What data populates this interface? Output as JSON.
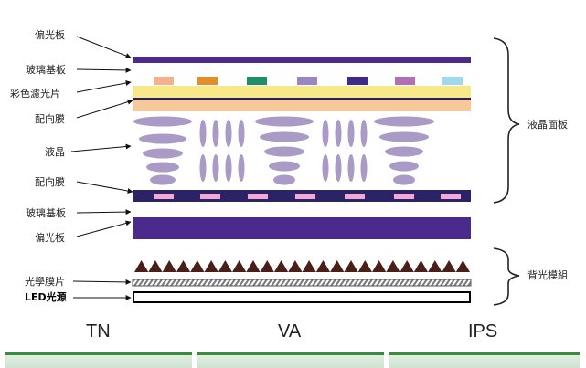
{
  "left_labels": [
    {
      "id": "polarizer-top",
      "text": "偏光板"
    },
    {
      "id": "glass-top",
      "text": "玻璃基板"
    },
    {
      "id": "color-filter",
      "text": "彩色濾光片"
    },
    {
      "id": "alignment-top",
      "text": "配向膜"
    },
    {
      "id": "liquid-crystal",
      "text": "液晶"
    },
    {
      "id": "alignment-bottom",
      "text": "配向膜"
    },
    {
      "id": "glass-bottom",
      "text": "玻璃基板"
    },
    {
      "id": "polarizer-bottom",
      "text": "偏光板"
    },
    {
      "id": "optical-film",
      "text": "光學膜片"
    },
    {
      "id": "led-source",
      "text": "LED光源"
    }
  ],
  "right_labels": {
    "panel": "液晶面板",
    "backlight": "背光模組"
  },
  "technologies": [
    "TN",
    "VA",
    "IPS"
  ],
  "colors": {
    "polarizer": "#4b2a8c",
    "glass": "#3b2478",
    "filter_yellow": "#f7e98a",
    "filter_peach": "#f6c89a",
    "crystal": "#a99bc6",
    "electrode": "#f2a9d9",
    "prism": "#4a1f16",
    "hatch": "#7a7a7a",
    "strip_border": "#3b8a3e",
    "filter_cells": [
      "#f6b08a",
      "#e58e27",
      "#1f8f6a",
      "#9a86c0",
      "#3f2a8a",
      "#b26fb3",
      "#9fd9ee"
    ]
  }
}
